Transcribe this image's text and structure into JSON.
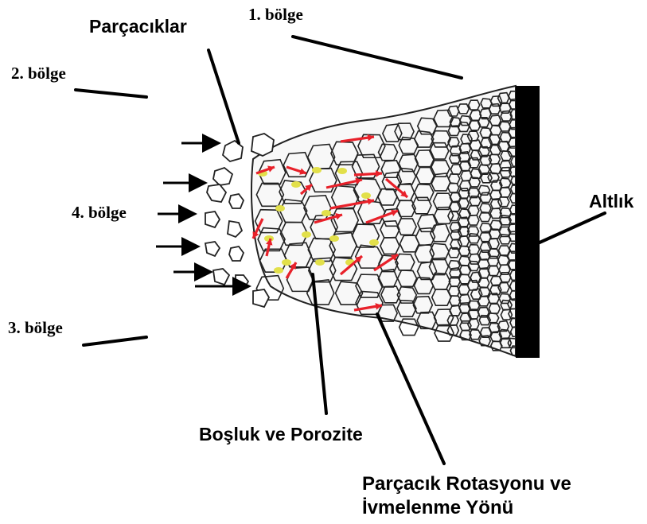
{
  "labels": {
    "zone1": "1. bölge",
    "zone2": "2. bölge",
    "zone3": "3. bölge",
    "zone4": "4. bölge",
    "particles": "Parçacıklar",
    "substrate": "Altlık",
    "void": "Boşluk ve Porozite",
    "rotation_line1": "Parçacık Rotasyonu ve",
    "rotation_line2": "İvmelenme Yönü"
  },
  "colors": {
    "arrow_red": "#e8212a",
    "void_yellow": "#e2e04a",
    "substrate_black": "#000000",
    "particle_outline": "#222222"
  }
}
